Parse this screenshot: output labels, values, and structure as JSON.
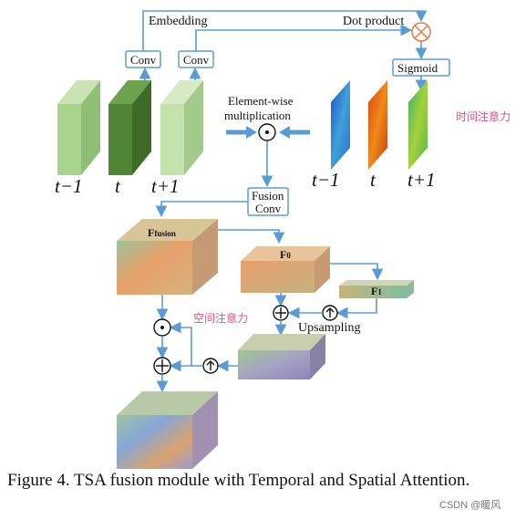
{
  "labels": {
    "embedding": "Embedding",
    "dot_product": "Dot product",
    "conv_left": "Conv",
    "conv_right": "Conv",
    "sigmoid": "Sigmoid",
    "elementwise_1": "Element-wise",
    "elementwise_2": "multiplication",
    "temporal_attention": "时间注意力",
    "spatial_attention": "空间注意力",
    "frame_tm1": "t−1",
    "frame_t": "t",
    "frame_tp1": "t+1",
    "map_tm1": "t−1",
    "map_t": "t",
    "map_tp1": "t+1",
    "fusion_conv_1": "Fusion",
    "fusion_conv_2": "Conv",
    "f_fusion_main": "F",
    "f_fusion_sub": "fusion",
    "f0_main": "F",
    "f0_sub": "0",
    "f1_main": "F",
    "f1_sub": "1",
    "upsampling": "Upsampling"
  },
  "caption": "Figure 4.  TSA fusion module with Temporal and Spatial Attention.",
  "watermark": "CSDN @暖风"
}
